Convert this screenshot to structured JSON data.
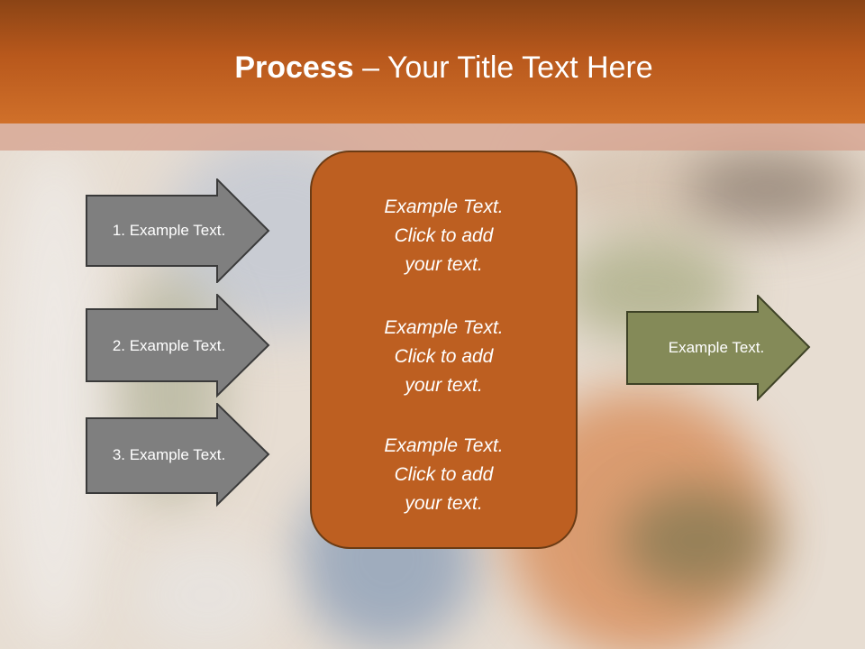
{
  "slide": {
    "title_bold": "Process",
    "title_rest": " – Your Title Text Here",
    "left_arrows": [
      {
        "label": "1. Example Text."
      },
      {
        "label": "2. Example Text."
      },
      {
        "label": "3. Example Text."
      }
    ],
    "center_blocks": [
      {
        "line1": "Example Text.",
        "line2": "Click  to add",
        "line3": "your text."
      },
      {
        "line1": "Example Text.",
        "line2": "Click  to add",
        "line3": "your text."
      },
      {
        "line1": "Example Text.",
        "line2": "Click  to add",
        "line3": "your text."
      }
    ],
    "right_arrow": {
      "label": "Example Text."
    }
  },
  "colors": {
    "header": "#b8581c",
    "center_box": "#bd5f21",
    "left_arrow_fill": "#7f7f7f",
    "right_arrow_fill": "#848a58"
  }
}
